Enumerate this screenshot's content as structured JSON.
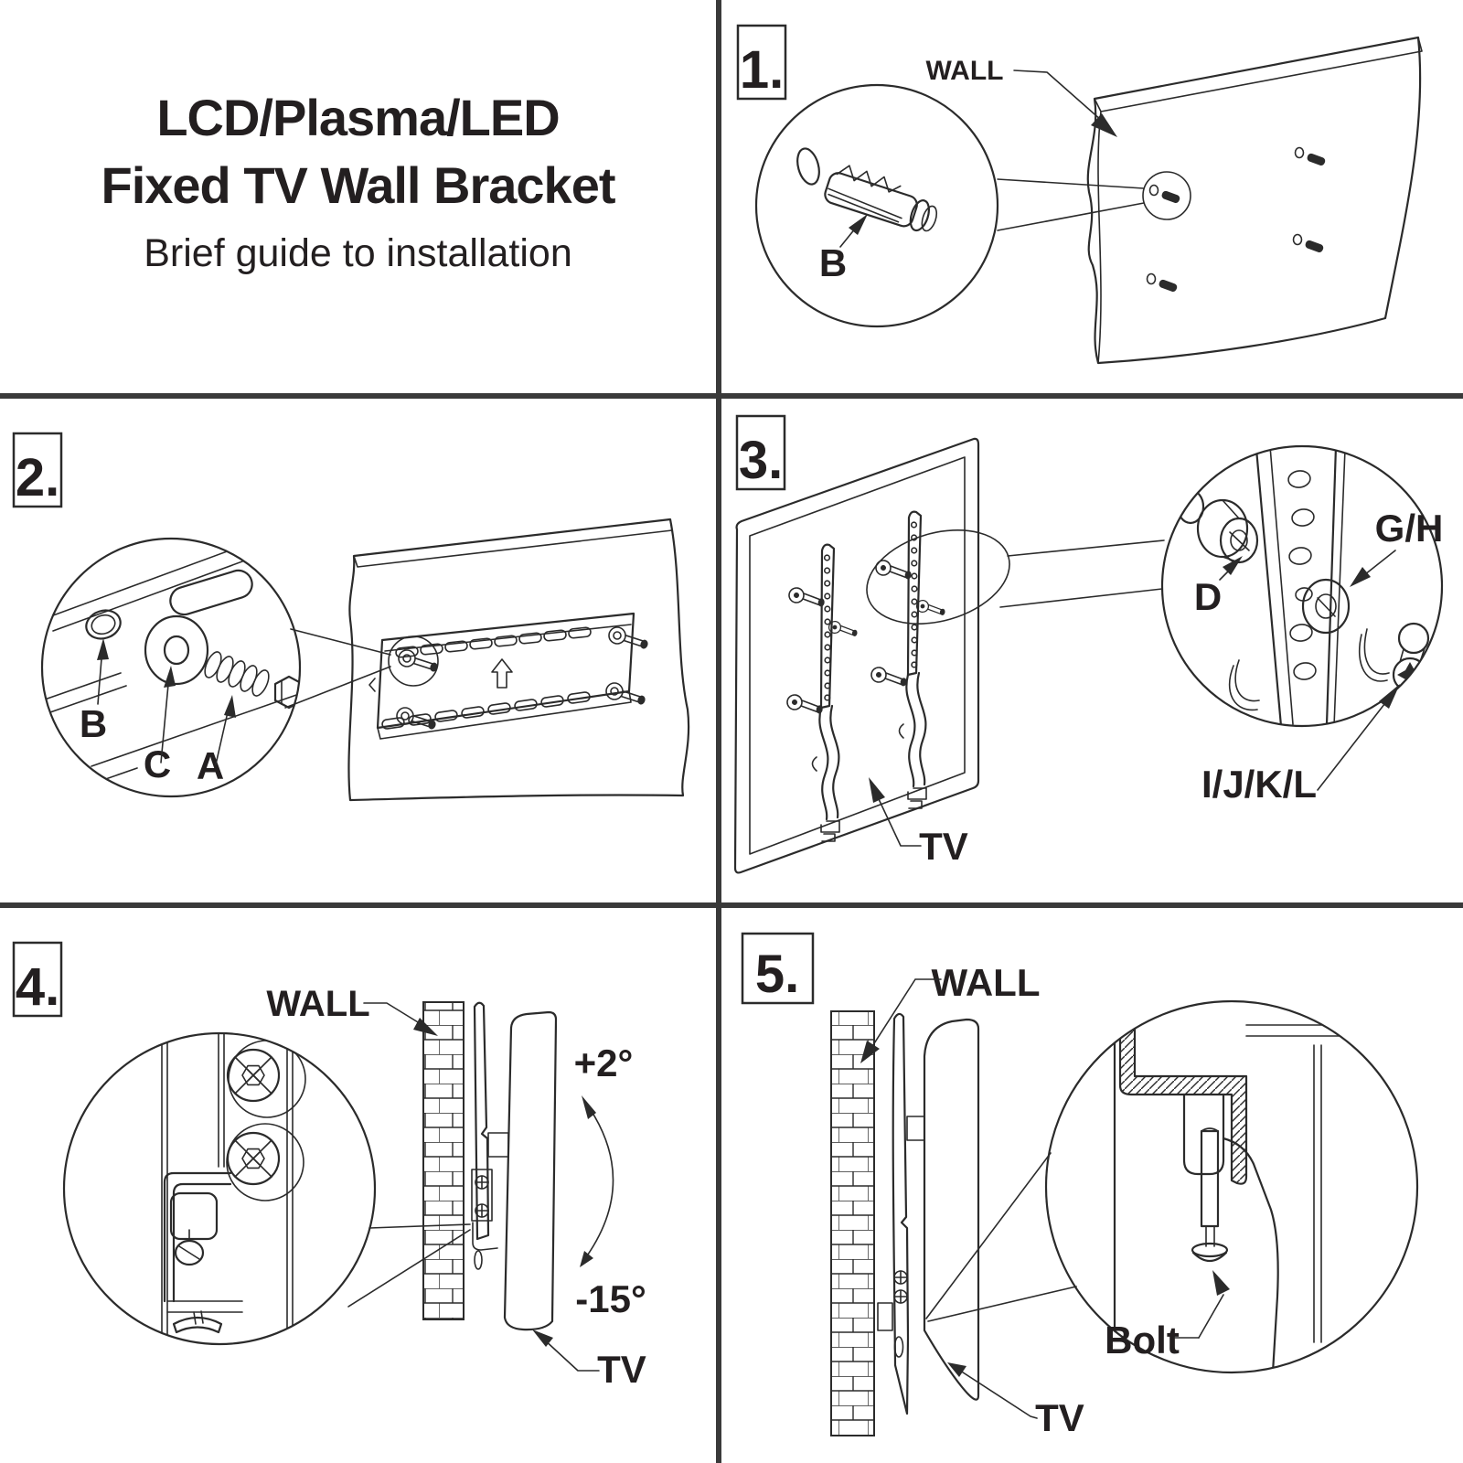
{
  "title": {
    "line1": "LCD/Plasma/LED",
    "line2": "Fixed TV Wall Bracket",
    "subtitle": "Brief guide to installation"
  },
  "steps": {
    "s1": {
      "num": "1.",
      "wall": "WALL",
      "b": "B"
    },
    "s2": {
      "num": "2.",
      "a": "A",
      "b": "B",
      "c": "C"
    },
    "s3": {
      "num": "3.",
      "d": "D",
      "gh": "G/H",
      "ijkl": "I/J/K/L",
      "tv": "TV"
    },
    "s4": {
      "num": "4.",
      "wall": "WALL",
      "tilt_up": "+2°",
      "tilt_down": "-15°",
      "tv": "TV"
    },
    "s5": {
      "num": "5.",
      "wall": "WALL",
      "bolt": "Bolt",
      "tv": "TV"
    }
  },
  "colors": {
    "ink": "#2b2b2b",
    "divider": "#3a3a3a",
    "background": "#ffffff"
  }
}
